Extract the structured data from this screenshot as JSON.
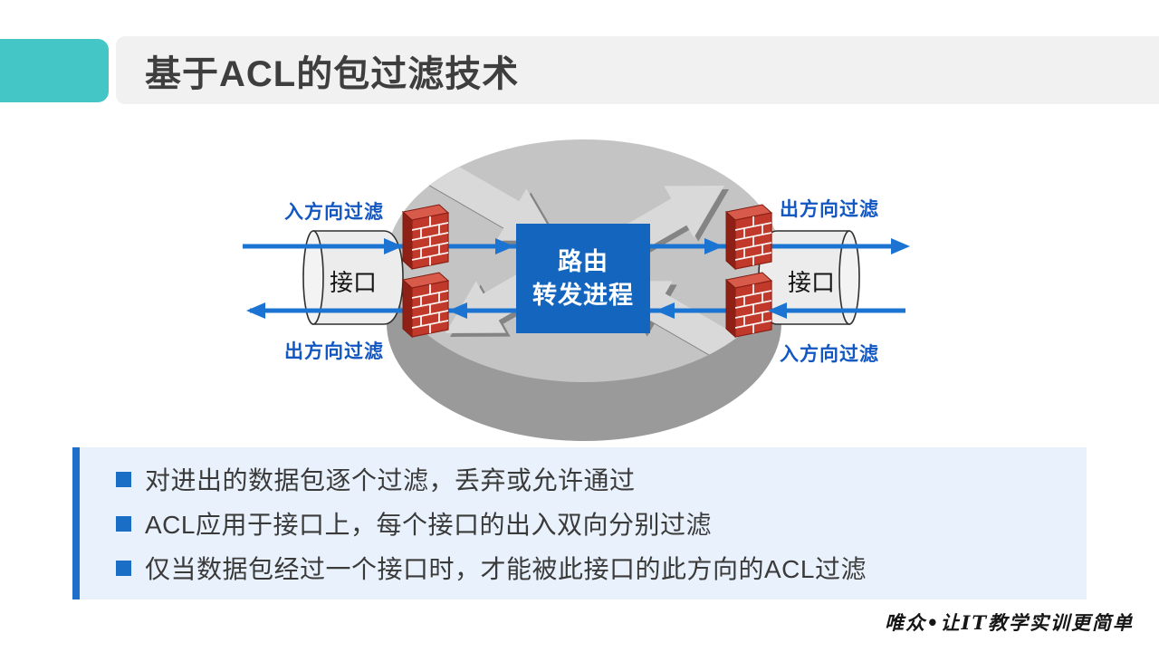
{
  "title": {
    "text": "基于ACL的包过滤技术"
  },
  "diagram": {
    "labels": {
      "left_top": "入方向过滤",
      "left_bottom": "出方向过滤",
      "right_top": "出方向过滤",
      "right_bottom": "入方向过滤"
    },
    "interfaces": {
      "left": "接口",
      "right": "接口"
    },
    "router_process": {
      "line1": "路由",
      "line2": "转发进程"
    },
    "icons": {
      "router": "router-disk-with-cross-arrows",
      "firewall": "red-brick-wall",
      "interface": "gray-cylinder"
    }
  },
  "bullets": {
    "items": [
      {
        "text": "对进出的数据包逐个过滤，丢弃或允许通过"
      },
      {
        "text": "ACL应用于接口上，每个接口的出入双向分别过滤"
      },
      {
        "text": "仅当数据包经过一个接口时，才能被此接口的此方向的ACL过滤"
      }
    ]
  },
  "footer": {
    "watermark": "唯众•让IT教学实训更简单"
  },
  "colors": {
    "accent_teal": "#45c6c6",
    "title_bar_gray": "#f1f1f1",
    "title_text": "#3e3e3e",
    "process_box_blue": "#1465bd",
    "flow_arrow_blue": "#1b74d1",
    "label_blue": "#1257c2",
    "panel_bg": "#e9f2fc",
    "panel_bar_blue": "#1d6fc9",
    "brick_red": "#c0392b",
    "disk_light": "#c4c4c4",
    "disk_dark": "#9a9a9a"
  }
}
